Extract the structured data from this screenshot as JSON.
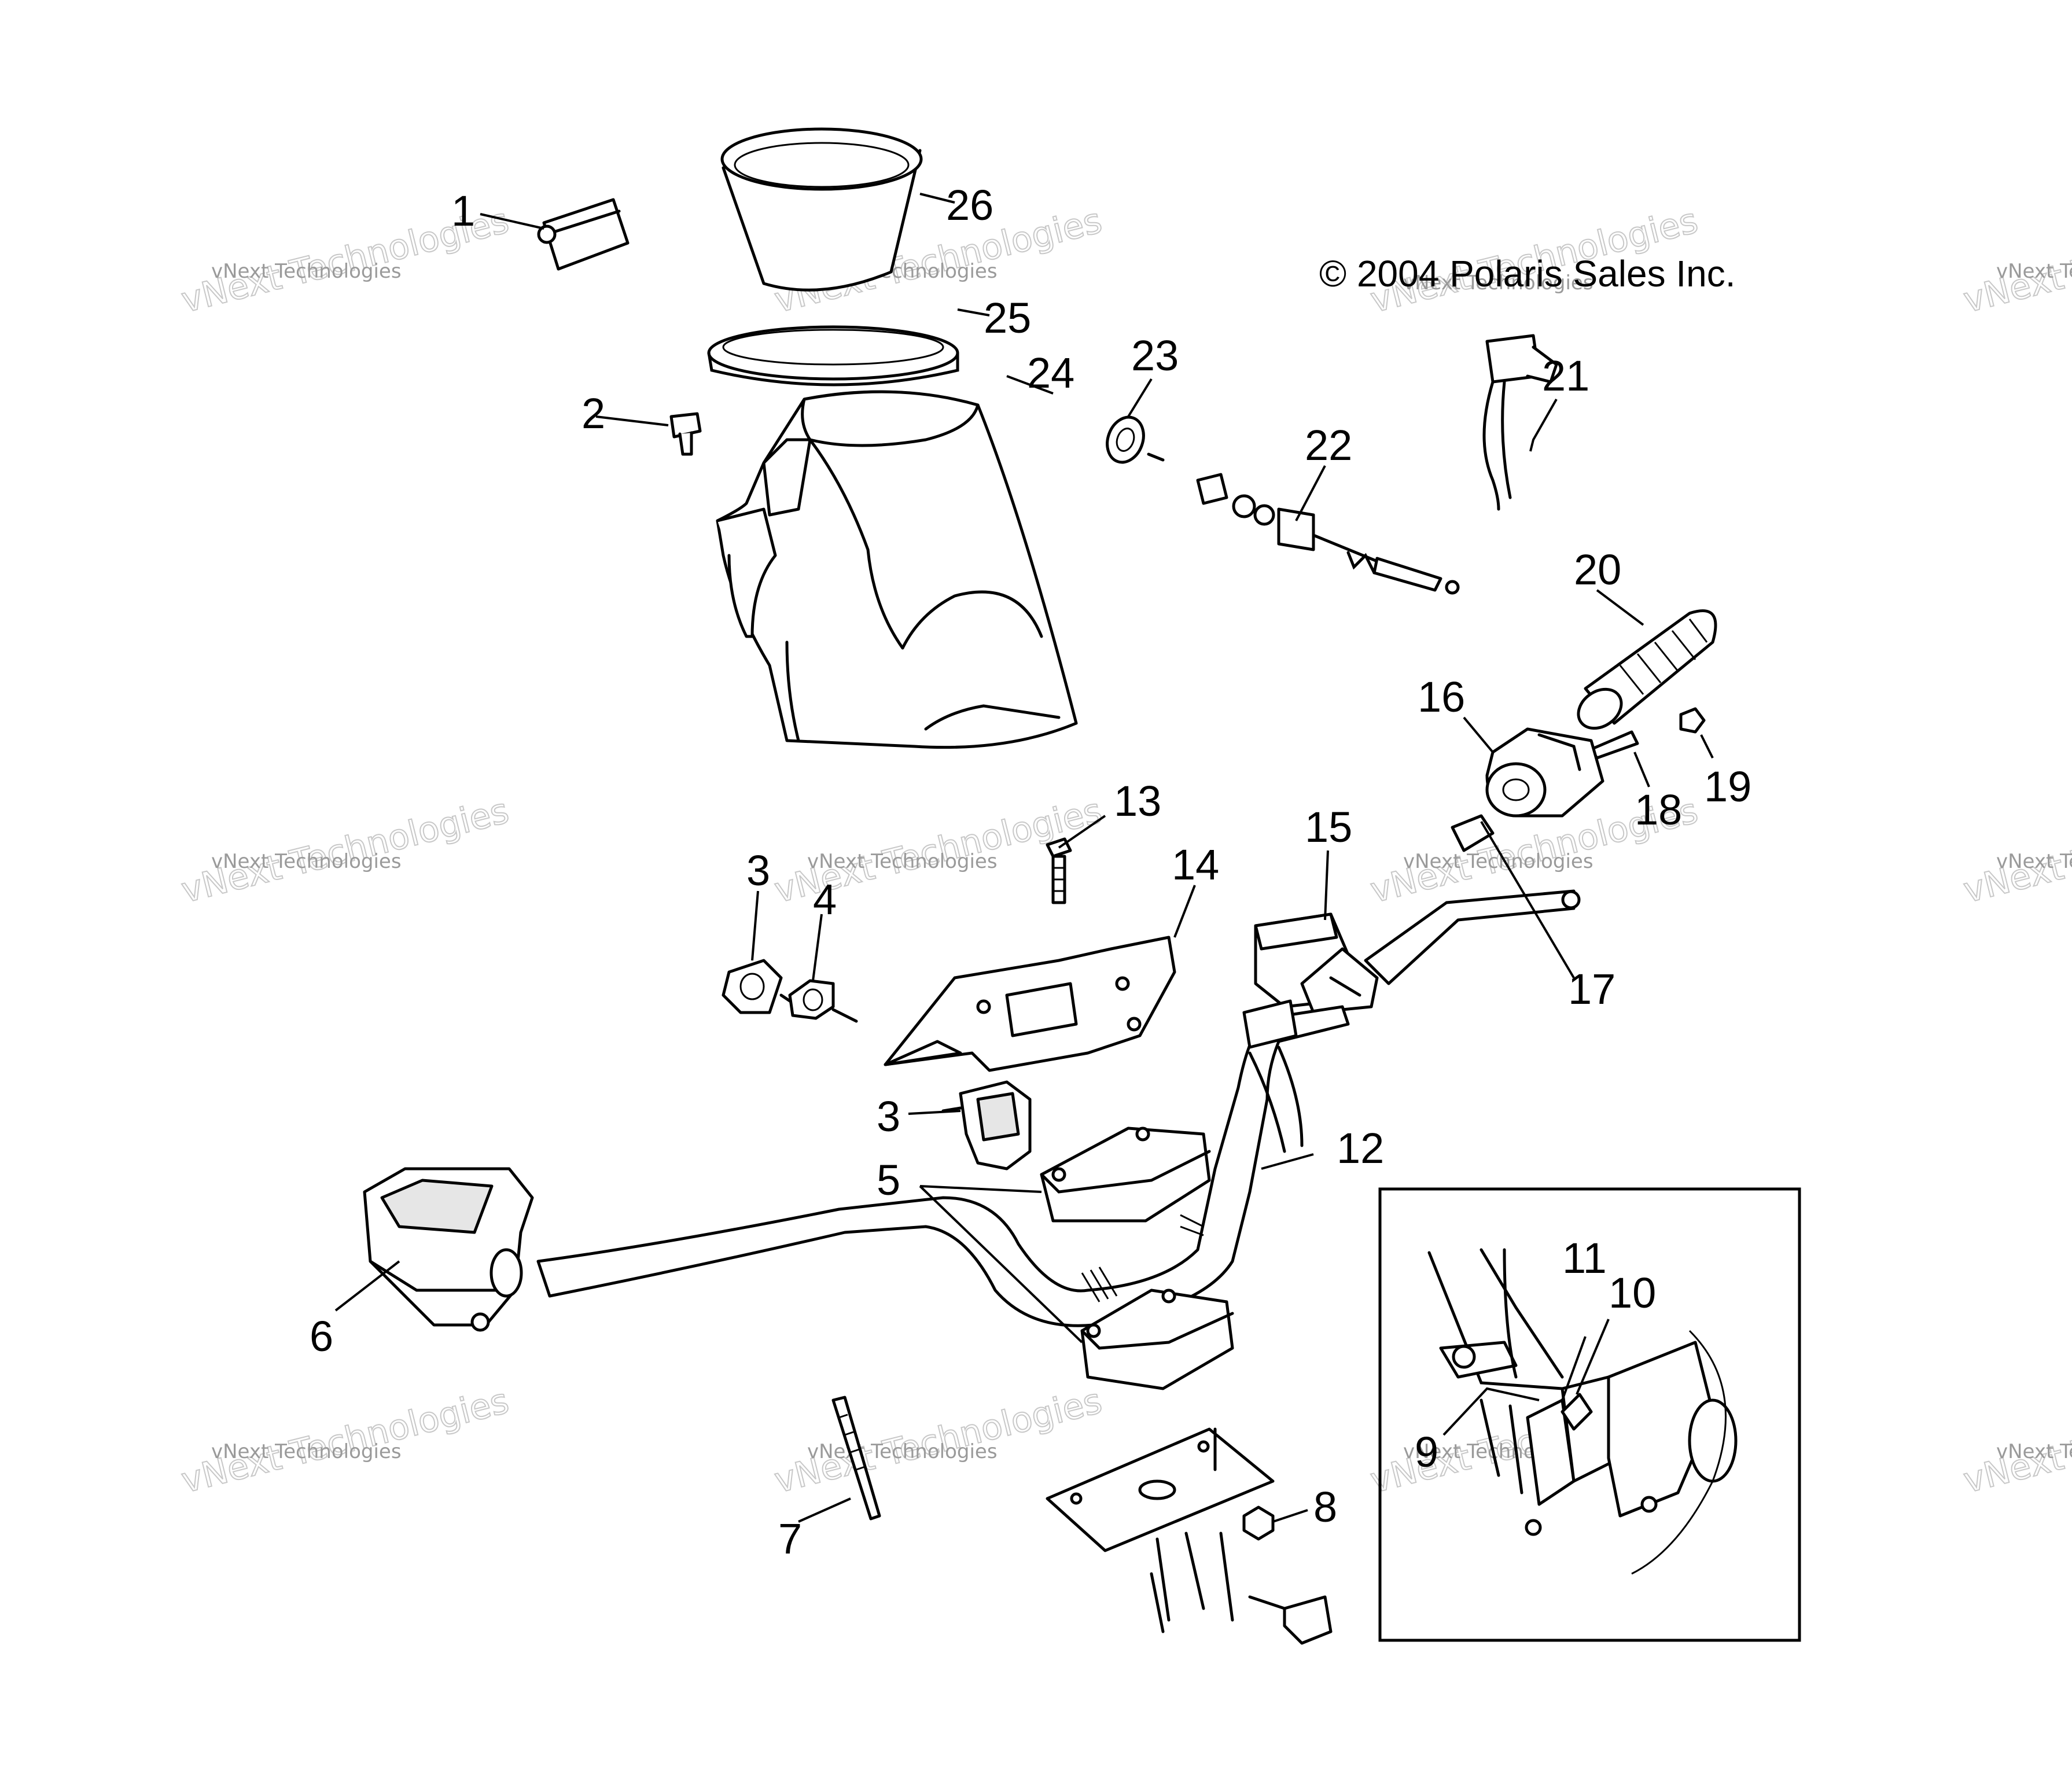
{
  "copyright": "© 2004 Polaris Sales Inc.",
  "watermark": {
    "line1": "vNext Technologies",
    "line2": "vNext Technologies"
  },
  "callouts": {
    "c1": "1",
    "c2": "2",
    "c3a": "3",
    "c3b": "3",
    "c4": "4",
    "c5": "5",
    "c6": "6",
    "c7": "7",
    "c8": "8",
    "c9": "9",
    "c10": "10",
    "c11": "11",
    "c12": "12",
    "c13": "13",
    "c14": "14",
    "c15": "15",
    "c16": "16",
    "c17": "17",
    "c18": "18",
    "c19": "19",
    "c20": "20",
    "c21": "21",
    "c22": "22",
    "c23": "23",
    "c24": "24",
    "c25": "25",
    "c26": "26"
  }
}
